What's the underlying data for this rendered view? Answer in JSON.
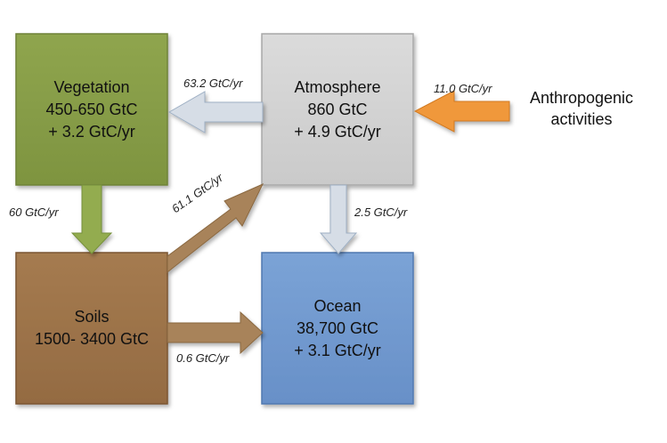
{
  "nodes": {
    "vegetation": {
      "name": "Vegetation",
      "stock": "450-650 GtC",
      "change": "+ 3.2 GtC/yr",
      "color": "#8FA54E"
    },
    "atmosphere": {
      "name": "Atmosphere",
      "stock": "860 GtC",
      "change": "+ 4.9 GtC/yr",
      "color": "#D6D6D6"
    },
    "soils": {
      "name": "Soils",
      "stock": "1500- 3400 GtC",
      "color": "#A57B50"
    },
    "ocean": {
      "name": "Ocean",
      "stock": "38,700 GtC",
      "change": "+ 3.1 GtC/yr",
      "color": "#739CD2"
    },
    "anthropogenic": {
      "line1": "Anthropogenic",
      "line2": "activities"
    }
  },
  "flows": {
    "atmosphere_to_vegetation": "63.2 GtC/yr",
    "anthropogenic_to_atmosphere": "11.0 GtC/yr",
    "vegetation_to_soils": "60 GtC/yr",
    "soils_to_atmosphere": "61.1 GtC/yr",
    "atmosphere_to_ocean": "2.5 GtC/yr",
    "soils_to_ocean": "0.6 GtC/yr"
  },
  "colors": {
    "arrow_grey": "#D6DDE6",
    "arrow_orange": "#F0983A",
    "arrow_green": "#93AC4F",
    "arrow_brown": "#A8835A"
  }
}
